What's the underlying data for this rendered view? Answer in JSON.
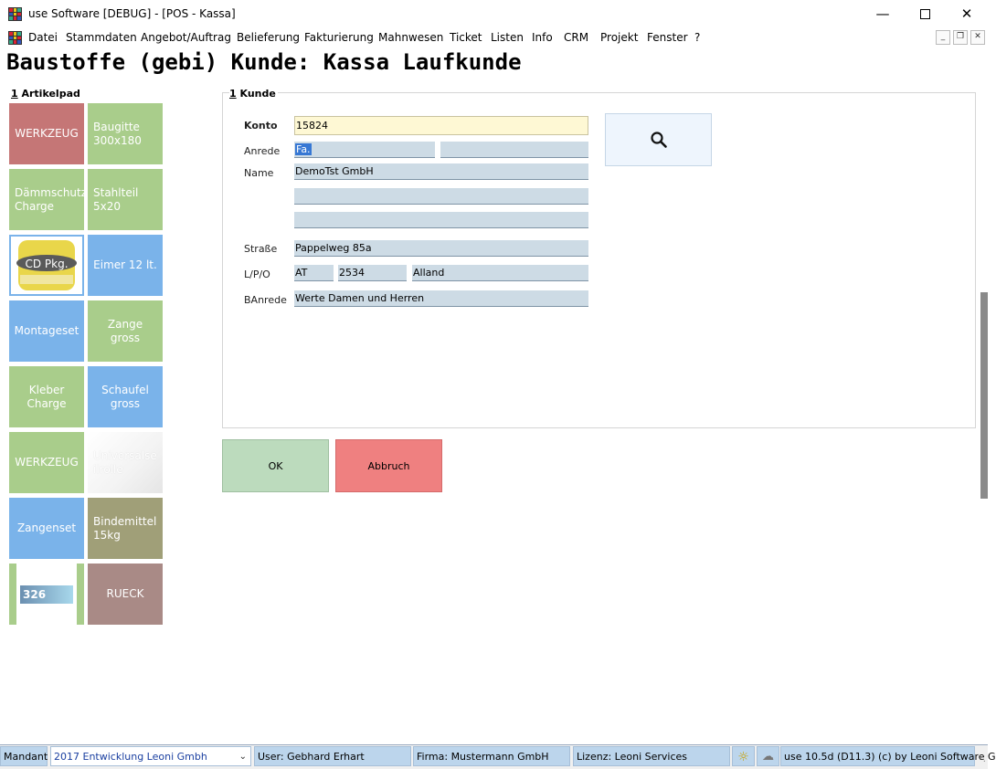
{
  "window": {
    "title": "use Software [DEBUG] - [POS - Kassa]",
    "controls": [
      "minimize",
      "maximize",
      "close"
    ]
  },
  "menu": [
    "Datei",
    "Stammdaten",
    "Angebot/Auftrag",
    "Belieferung",
    "Fakturierung",
    "Mahnwesen",
    "Ticket",
    "Listen",
    "Info",
    "CRM",
    "Projekt",
    "Fenster",
    "?"
  ],
  "heading": "Baustoffe (gebi) Kunde: Kassa Laufkunde",
  "artikelpad": {
    "number": "1",
    "title": " Artikelpad",
    "tiles": [
      {
        "label": "WERKZEUG",
        "color": "#c57676"
      },
      {
        "label": "Baugitte 300x180",
        "color": "#a9cd8b"
      },
      {
        "label": "Dämmschutz Charge",
        "color": "#a9cd8b"
      },
      {
        "label": "Stahlteil 5x20",
        "color": "#a9cd8b"
      },
      {
        "label": "CD Pkg.",
        "color": "#ffffff"
      },
      {
        "label": "Eimer 12 lt.",
        "color": "#7ab3ea"
      },
      {
        "label": "Montageset",
        "color": "#7ab3ea"
      },
      {
        "label": "Zange gross",
        "color": "#a9cd8b"
      },
      {
        "label": "Kleber Charge",
        "color": "#a9cd8b"
      },
      {
        "label": "Schaufel gross",
        "color": "#7ab3ea"
      },
      {
        "label": "WERKZEUG",
        "color": "#a9cd8b"
      },
      {
        "label": "Universalseilrolle",
        "color": "#ffffff"
      },
      {
        "label": "Zangenset",
        "color": "#7ab3ea"
      },
      {
        "label": "Bindemittel 15kg",
        "color": "#a09f78"
      },
      {
        "label": "326",
        "color": "#a9cd8b"
      },
      {
        "label": "RUECK",
        "color": "#a98a86"
      }
    ]
  },
  "kunde": {
    "number": "1",
    "title": " Kunde",
    "konto_label": "Konto",
    "konto": "15824",
    "anrede_label": "Anrede",
    "anrede": "Fa.",
    "anrede2": "",
    "name_label": "Name",
    "name1": "DemoTst GmbH",
    "name2": "",
    "name3": "",
    "strasse_label": "Straße",
    "strasse": "Pappelweg 85a",
    "lpo_label": "L/P/O",
    "land": "AT",
    "plz": "2534",
    "ort": "Alland",
    "banrede_label": "BAnrede",
    "banrede": "Werte Damen und Herren"
  },
  "buttons": {
    "ok": "OK",
    "abbruch": "Abbruch",
    "ok_color": "#bcdbbd",
    "abbruch_color": "#ef8080"
  },
  "status": {
    "mandant_label": "Mandant",
    "mandant_value": "2017  Entwicklung Leoni Gmbh",
    "user": "User: Gebhard Erhart",
    "firma": "Firma: Mustermann GmbH",
    "lizenz": "Lizenz: Leoni Services",
    "version": "use 10.5d (D11.3) (c) by Leoni Software G"
  }
}
